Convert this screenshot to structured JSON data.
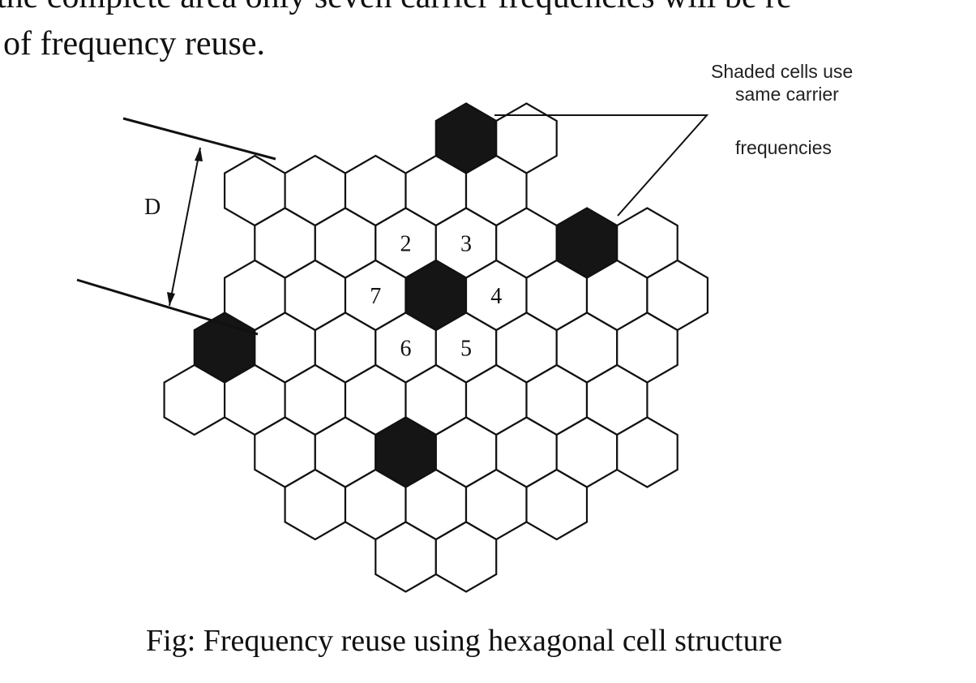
{
  "page": {
    "text_top_line": "the complete area only seven carrier frequencies will be re",
    "text_line_2": "of frequency reuse.",
    "caption": "Fig: Frequency reuse using hexagonal cell structure"
  },
  "diagram": {
    "distance_label": "D",
    "callout_lines": [
      "Shaded cells use",
      "same carrier",
      "frequencies"
    ],
    "cluster_numbers": [
      "2",
      "3",
      "4",
      "5",
      "6",
      "7"
    ],
    "shaded_fill": "#151515",
    "cell_fill": "#ffffff"
  }
}
